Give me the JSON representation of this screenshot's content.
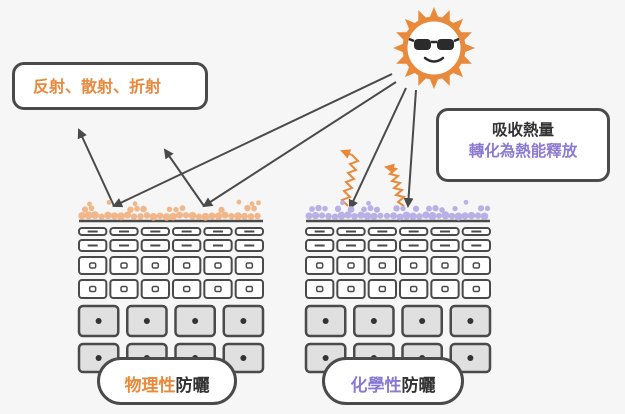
{
  "bubbles": {
    "physical_effects": "反射、散射、折射",
    "chemical_line1": "吸收熱量",
    "chemical_line2": "轉化為熱能釋放"
  },
  "labels": {
    "physical_prefix": "物理性",
    "physical_suffix": "防曬",
    "chemical_prefix": "化學性",
    "chemical_suffix": "防曬"
  },
  "colors": {
    "physical_accent": "#e8893b",
    "chemical_accent": "#8a7bd1",
    "outline": "#4a4a4a",
    "sun": "#e8893b",
    "skin_tile": "#ffffff",
    "deep_tile": "#e0e0e0"
  },
  "icons": {
    "sun": "sun-with-sunglasses-icon"
  }
}
